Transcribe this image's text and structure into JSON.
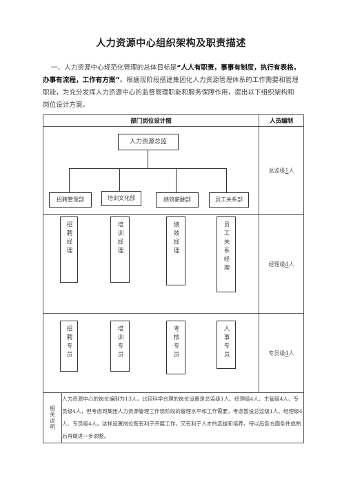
{
  "title": "人力资源中心组织架构及职责描述",
  "intro": {
    "prefix": "一、人力资源中心规范化管理的总体目标是",
    "bold": "“人人有职责，事事有制度，执行有表格，办事有流程，工作有方案”",
    "suffix": "。根据现阶段搭建集团化人力资源管理体系的工作需要和管理职能，为充分发挥人力资源中心的监督管理职能和服务保障作用，提出以下组织架构和岗位设计方案。"
  },
  "table": {
    "header_left": "部门岗位设计图",
    "header_right": "人员编制",
    "top_box": "人力资源总监",
    "departments": [
      "招聘管理部",
      "培训文化部",
      "绩效薪酬部",
      "员工关系部"
    ],
    "managers": [
      "招聘经理",
      "培训经理",
      "绩效经理",
      "员工关系经理"
    ],
    "specialists": [
      "招聘专员",
      "培训专员",
      "考核专员",
      "人事专员"
    ],
    "staffing": {
      "director_prefix": "总监级",
      "director_count": "1",
      "director_suffix": "人",
      "manager_prefix": "经理级",
      "manager_count": "4",
      "manager_suffix": "人",
      "specialist_prefix": "专员级",
      "specialist_count": "4",
      "specialist_suffix": "人"
    },
    "note_label": "相关说明",
    "note_text": "人力资源中心的岗位编制为13人，比较科学合理的岗位设置是总监级1人、经理级4人、主管级4人、专员级4人，但考虑到集团人力资源管理工作现阶段的管理水平和工作需要，考虑暂设总监级1人、经理级4人、专员级4人。这样设置岗位既有利于开展工作，又有利于人才的选拔和培养，待以后各方面条件成熟后再做进一步调整。"
  }
}
